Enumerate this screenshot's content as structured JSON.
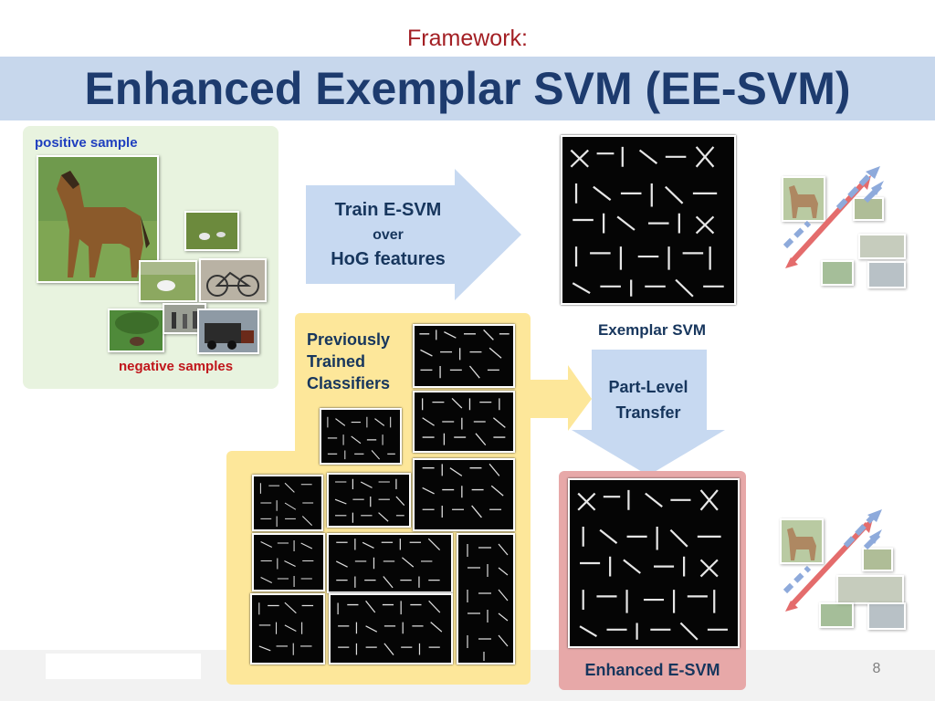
{
  "header": {
    "supertitle": "Framework:",
    "title": "Enhanced Exemplar SVM (EE-SVM)"
  },
  "left_panel": {
    "positive_label": "positive sample",
    "negative_label": "negative samples"
  },
  "arrow_train": {
    "line1": "Train E-SVM",
    "line2": "over",
    "line3": "HoG features"
  },
  "exemplar_label": "Exemplar SVM",
  "previous_label": {
    "line1": "Previously",
    "line2": "Trained",
    "line3": "Classifiers"
  },
  "arrow_transfer": {
    "line1": "Part-Level",
    "line2": "Transfer"
  },
  "enhanced_label": "Enhanced E-SVM",
  "page_number": "8",
  "colors": {
    "title": "#1d3b6e",
    "supertitle": "#a31f24",
    "positive_label": "#1f3fbf",
    "negative_label": "#c0161b",
    "arrow_fill": "#c7d9f1",
    "green_panel": "#e8f3df",
    "yellow_panel": "#fde79a",
    "pink_panel": "#e7a8a8",
    "boundary_red": "#e46c6c",
    "boundary_blue": "#8eaadb"
  }
}
